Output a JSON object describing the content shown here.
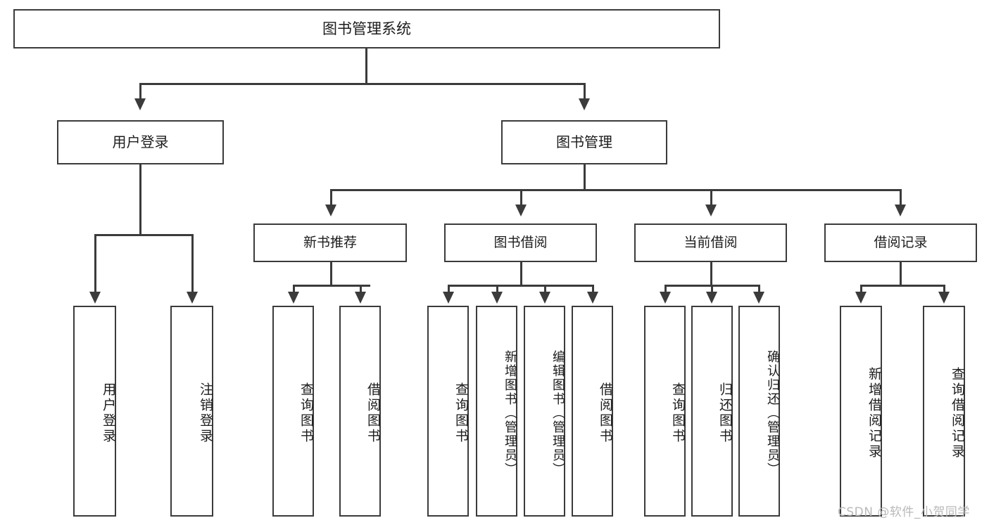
{
  "diagram": {
    "title": "图书管理系统",
    "watermark": "CSDN @软件_小贺同学",
    "colors": {
      "stroke": "#3b3b3b",
      "box_fill": "#ffffff",
      "text": "#1c1c1c",
      "watermark": "#b9b9b9",
      "background": "#ffffff"
    }
  },
  "nodes": {
    "root": {
      "label": "图书管理系统"
    },
    "level1": [
      {
        "id": "user-login",
        "label": "用户登录"
      },
      {
        "id": "book-manage",
        "label": "图书管理"
      }
    ],
    "level2": [
      {
        "id": "new-book-recommend",
        "label": "新书推荐"
      },
      {
        "id": "book-borrow",
        "label": "图书借阅"
      },
      {
        "id": "current-borrow",
        "label": "当前借阅"
      },
      {
        "id": "borrow-record",
        "label": "借阅记录"
      }
    ],
    "leaves": {
      "user_login": [
        {
          "id": "leaf-user-login",
          "label": "用户登录"
        },
        {
          "id": "leaf-logout-login",
          "label": "注销登录"
        }
      ],
      "new_book_recommend": [
        {
          "id": "leaf-query-book-1",
          "label": "查询图书"
        },
        {
          "id": "leaf-borrow-book-1",
          "label": "借阅图书"
        }
      ],
      "book_borrow": [
        {
          "id": "leaf-query-book-2",
          "label": "查询图书"
        },
        {
          "id": "leaf-add-book",
          "label": "新增图书（管理员）"
        },
        {
          "id": "leaf-edit-book",
          "label": "编辑图书（管理员）"
        },
        {
          "id": "leaf-borrow-book-2",
          "label": "借阅图书"
        }
      ],
      "current_borrow": [
        {
          "id": "leaf-query-book-3",
          "label": "查询图书"
        },
        {
          "id": "leaf-return-book",
          "label": "归还图书"
        },
        {
          "id": "leaf-confirm-return",
          "label": "确认归还（管理员）"
        }
      ],
      "borrow_record": [
        {
          "id": "leaf-add-record",
          "label": "新增借阅记录"
        },
        {
          "id": "leaf-query-record",
          "label": "查询借阅记录"
        }
      ]
    }
  }
}
